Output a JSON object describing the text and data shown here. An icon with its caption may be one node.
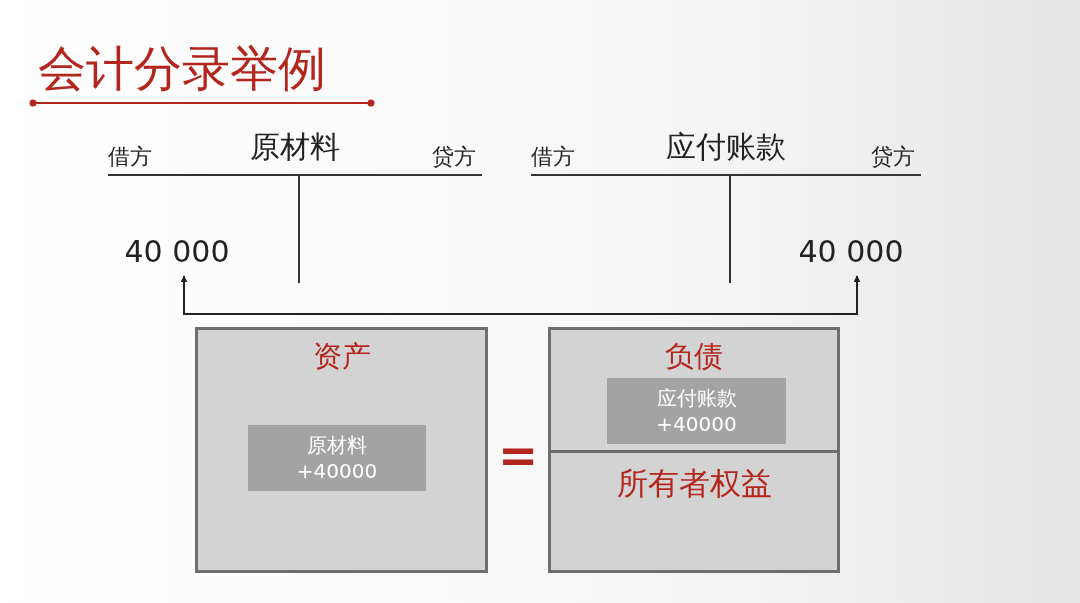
{
  "diagram": {
    "title": "会计分录举例",
    "nodes": [
      {
        "text": [
          "借方",
          "原材料",
          "贷方"
        ]
      },
      {
        "text": [
          "40 000"
        ],
        "in": 0
      },
      {
        "text": [
          "借方",
          "应付账款",
          "贷方"
        ]
      },
      {
        "text": [
          "40 000"
        ],
        "in": 2
      },
      {
        "text": [
          "资产"
        ]
      },
      {
        "text": [
          "原材料 +40000"
        ],
        "in": 4
      },
      {
        "text": [],
        "shape": "box"
      },
      {
        "text": [
          "负债"
        ],
        "in": 6
      },
      {
        "text": [
          "应付账款 +40000"
        ],
        "in": 7
      },
      {
        "text": [
          "所有者权益"
        ],
        "in": 6
      }
    ],
    "edges": [
      {
        "from": 1,
        "to": 3,
        "arrow": "both"
      }
    ],
    "labels": [
      "="
    ]
  }
}
